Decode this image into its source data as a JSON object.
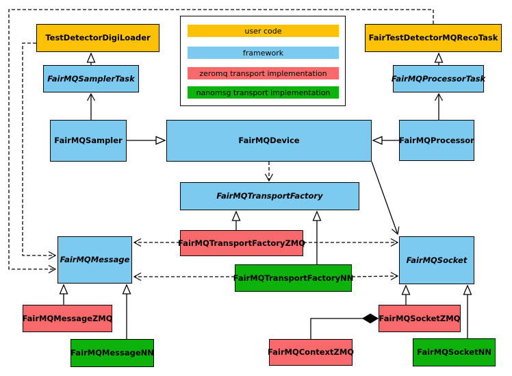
{
  "diagram_type": "uml-class-diagram",
  "legend": {
    "items": [
      {
        "label": "user code",
        "color": "#FDC106"
      },
      {
        "label": "framework",
        "color": "#7DCAF0"
      },
      {
        "label": "zeromq transport implementation",
        "color": "#F8696B"
      },
      {
        "label": "nanomsg transport implementation",
        "color": "#0DB30A"
      }
    ]
  },
  "nodes": {
    "digi_loader": {
      "label": "TestDetectorDigiLoader",
      "color": "#FDC106",
      "category": "user code"
    },
    "reco_task": {
      "label": "FairTestDetectorMQRecoTask",
      "color": "#FDC106",
      "category": "user code"
    },
    "sampler_task": {
      "label": "FairMQSamplerTask",
      "color": "#7DCAF0",
      "category": "framework",
      "abstract": true
    },
    "processor_task": {
      "label": "FairMQProcessorTask",
      "color": "#7DCAF0",
      "category": "framework",
      "abstract": true
    },
    "sampler": {
      "label": "FairMQSampler",
      "color": "#7DCAF0",
      "category": "framework"
    },
    "device": {
      "label": "FairMQDevice",
      "color": "#7DCAF0",
      "category": "framework"
    },
    "processor": {
      "label": "FairMQProcessor",
      "color": "#7DCAF0",
      "category": "framework"
    },
    "transport_factory": {
      "label": "FairMQTransportFactory",
      "color": "#7DCAF0",
      "category": "framework",
      "abstract": true
    },
    "tf_zmq": {
      "label": "FairMQTransportFactoryZMQ",
      "color": "#F8696B",
      "category": "zeromq transport implementation"
    },
    "tf_nn": {
      "label": "FairMQTransportFactoryNN",
      "color": "#0DB30A",
      "category": "nanomsg transport implementation"
    },
    "message": {
      "label": "FairMQMessage",
      "color": "#7DCAF0",
      "category": "framework",
      "abstract": true
    },
    "socket": {
      "label": "FairMQSocket",
      "color": "#7DCAF0",
      "category": "framework",
      "abstract": true
    },
    "msg_zmq": {
      "label": "FairMQMessageZMQ",
      "color": "#F8696B",
      "category": "zeromq transport implementation"
    },
    "msg_nn": {
      "label": "FairMQMessageNN",
      "color": "#0DB30A",
      "category": "nanomsg transport implementation"
    },
    "context_zmq": {
      "label": "FairMQContextZMQ",
      "color": "#F8696B",
      "category": "zeromq transport implementation"
    },
    "socket_zmq": {
      "label": "FairMQSocketZMQ",
      "color": "#F8696B",
      "category": "zeromq transport implementation"
    },
    "socket_nn": {
      "label": "FairMQSocketNN",
      "color": "#0DB30A",
      "category": "nanomsg transport implementation"
    }
  },
  "relations": [
    {
      "from": "sampler_task",
      "to": "digi_loader",
      "kind": "generalization"
    },
    {
      "from": "processor_task",
      "to": "reco_task",
      "kind": "generalization"
    },
    {
      "from": "sampler",
      "to": "sampler_task",
      "kind": "association-open-arrow"
    },
    {
      "from": "processor",
      "to": "processor_task",
      "kind": "association-open-arrow"
    },
    {
      "from": "sampler",
      "to": "device",
      "kind": "generalization"
    },
    {
      "from": "processor",
      "to": "device",
      "kind": "generalization"
    },
    {
      "from": "device",
      "to": "transport_factory",
      "kind": "dashed-dependency"
    },
    {
      "from": "device",
      "to": "socket",
      "kind": "association-open-arrow"
    },
    {
      "from": "tf_zmq",
      "to": "transport_factory",
      "kind": "generalization"
    },
    {
      "from": "tf_nn",
      "to": "transport_factory",
      "kind": "generalization"
    },
    {
      "from": "tf_zmq",
      "to": "message",
      "kind": "dashed-dependency"
    },
    {
      "from": "tf_zmq",
      "to": "socket",
      "kind": "dashed-dependency"
    },
    {
      "from": "tf_nn",
      "to": "message",
      "kind": "dashed-dependency"
    },
    {
      "from": "tf_nn",
      "to": "socket",
      "kind": "dashed-dependency"
    },
    {
      "from": "digi_loader",
      "to": "message",
      "kind": "dashed-dependency"
    },
    {
      "from": "reco_task",
      "to": "message",
      "kind": "dashed-dependency"
    },
    {
      "from": "msg_zmq",
      "to": "message",
      "kind": "generalization"
    },
    {
      "from": "msg_nn",
      "to": "message",
      "kind": "generalization"
    },
    {
      "from": "socket_zmq",
      "to": "socket",
      "kind": "generalization"
    },
    {
      "from": "socket_nn",
      "to": "socket",
      "kind": "generalization"
    },
    {
      "from": "context_zmq",
      "to": "socket_zmq",
      "kind": "composition"
    }
  ]
}
